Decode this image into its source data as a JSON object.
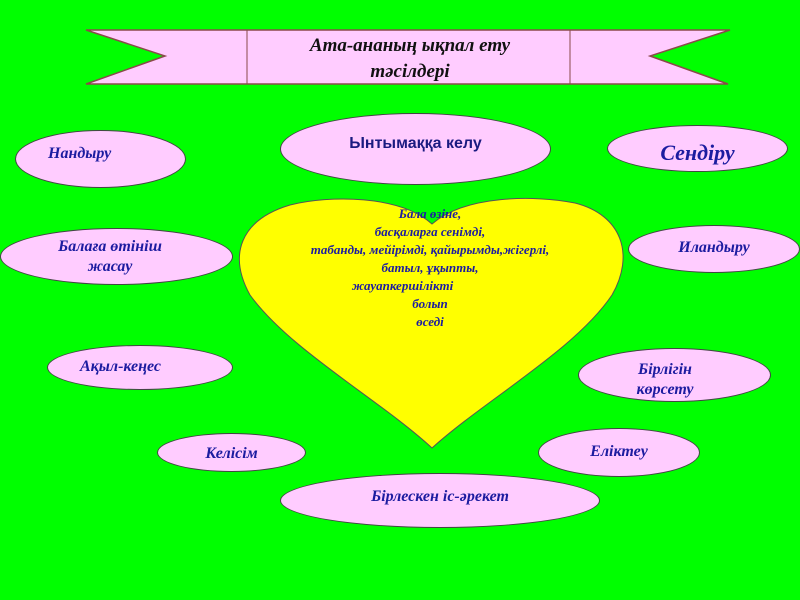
{
  "title": {
    "line1": "Ата-ананың ықпал ету",
    "line2": "тәсілдері"
  },
  "heart": {
    "lines": [
      "Бала өзіне,",
      "басқаларға сенімді,",
      "табанды, мейірімді, қайырымды,жігерлі,",
      "батыл, ұқыпты,",
      "жауапкершілікті",
      "болып",
      "өседі"
    ]
  },
  "methods": {
    "nandyru": "Нандыру",
    "yntymakka": "Ынтымаққа келу",
    "sendiru": "Сендіру",
    "otinish1": "Балаға өтініш",
    "otinish2": "жасау",
    "ilandyru": "Иландыру",
    "akyl": "Ақыл-кеңес",
    "birlik1": "Бірлігін",
    "birlik2": "көрсету",
    "kelisim": "Келісім",
    "eliktey": "Еліктеу",
    "birlesken": "Бірлескен іс-әрекет"
  },
  "colors": {
    "background": "#00ff00",
    "bubble": "#ffccff",
    "heart": "#ffff00",
    "text": "#1c1ca0"
  }
}
